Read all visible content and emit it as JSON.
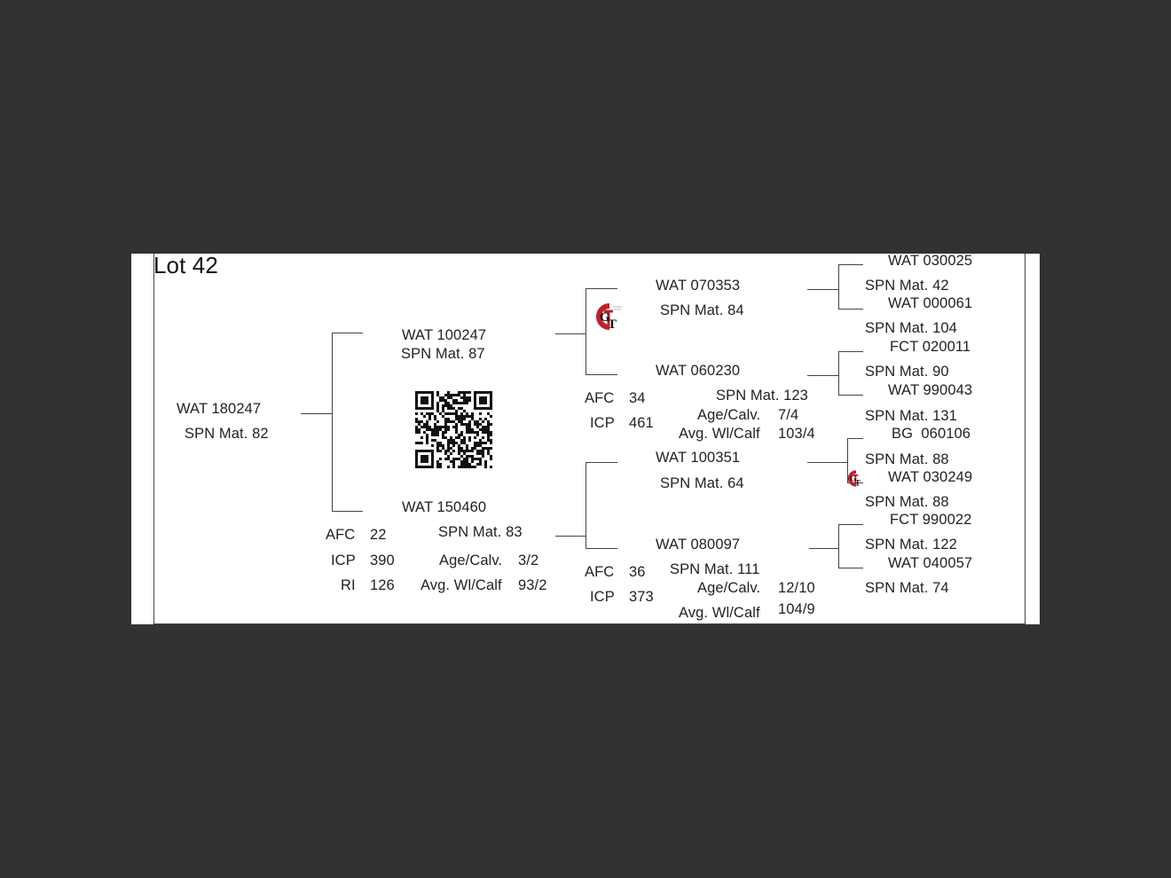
{
  "lot": "Lot 42",
  "subject": {
    "id": "WAT 180247",
    "mat": "SPN Mat. 82"
  },
  "sire": {
    "id": "WAT 100247",
    "mat": "SPN Mat. 87"
  },
  "dam": {
    "id": "WAT 150460",
    "mat": "SPN Mat. 83",
    "stats": {
      "afc_label": "AFC",
      "afc": "22",
      "icp_label": "ICP",
      "icp": "390",
      "ri_label": "RI",
      "ri": "126",
      "age_label": "Age/Calv.",
      "age": "3/2",
      "wl_label": "Avg. Wl/Calf",
      "wl": "93/2"
    }
  },
  "ss": {
    "id": "WAT 070353",
    "mat": "SPN Mat. 84",
    "logo": "gt-logo"
  },
  "sd": {
    "id": "WAT 060230",
    "mat": "SPN Mat. 123",
    "stats": {
      "afc_label": "AFC",
      "afc": "34",
      "icp_label": "ICP",
      "icp": "461",
      "age_label": "Age/Calv.",
      "age": "7/4",
      "wl_label": "Avg. Wl/Calf",
      "wl": "103/4"
    }
  },
  "ds": {
    "id": "WAT 100351",
    "mat": "SPN Mat. 64"
  },
  "dd": {
    "id": "WAT 080097",
    "mat": "SPN Mat. 111",
    "stats": {
      "afc_label": "AFC",
      "afc": "36",
      "icp_label": "ICP",
      "icp": "373",
      "age_label": "Age/Calv.",
      "age": "12/10",
      "wl_label": "Avg. Wl/Calf",
      "wl": "104/9"
    }
  },
  "g3": [
    {
      "id": "WAT 030025",
      "mat": "SPN Mat. 42"
    },
    {
      "id": "WAT 000061",
      "mat": "SPN Mat. 104"
    },
    {
      "id": "FCT 020011",
      "mat": "SPN Mat. 90"
    },
    {
      "id": "WAT 990043",
      "mat": "SPN Mat. 131"
    },
    {
      "id": "BG  060106",
      "mat": "SPN Mat. 88"
    },
    {
      "id": "WAT 030249",
      "mat": "SPN Mat. 88",
      "logo": "gt-logo"
    },
    {
      "id": "FCT 990022",
      "mat": "SPN Mat. 122"
    },
    {
      "id": "WAT 040057",
      "mat": "SPN Mat. 74"
    }
  ],
  "qr_code": "qr-code"
}
